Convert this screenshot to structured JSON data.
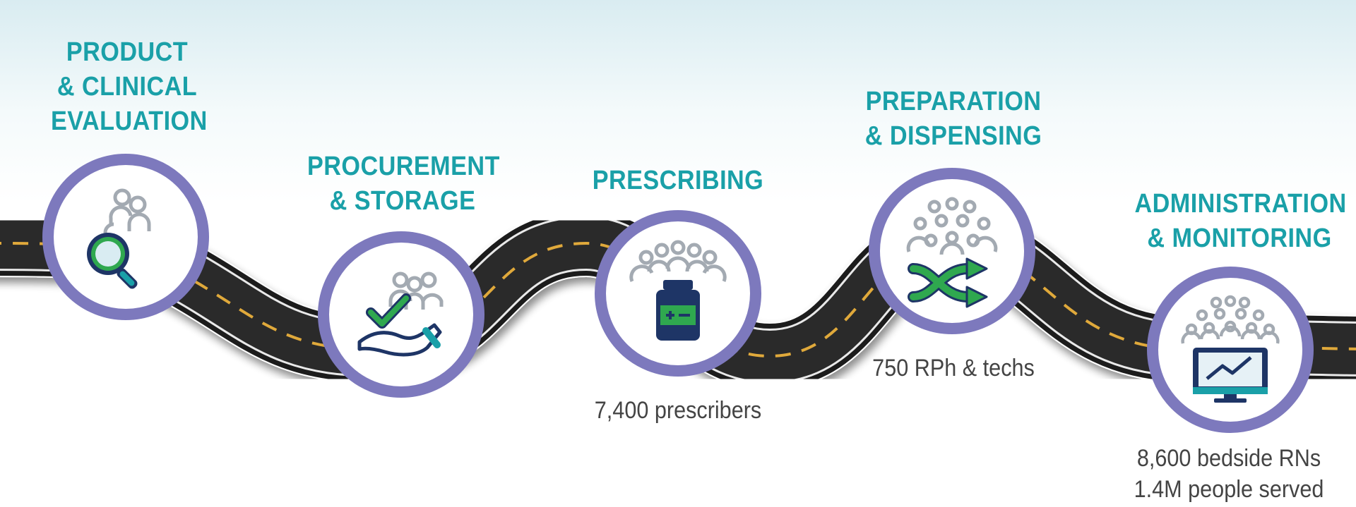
{
  "stages": [
    {
      "id": "product",
      "title": "PRODUCT\n& CLINICAL\nEVALUATION",
      "stat": "",
      "icon": "magnifier-people-icon"
    },
    {
      "id": "procurement",
      "title": "PROCUREMENT\n& STORAGE",
      "stat": "",
      "icon": "hand-check-people-icon"
    },
    {
      "id": "prescribing",
      "title": "PRESCRIBING",
      "stat": "7,400 prescribers",
      "icon": "medicine-bottle-people-icon"
    },
    {
      "id": "preparation",
      "title": "PREPARATION\n& DISPENSING",
      "stat": "750 RPh & techs",
      "icon": "shuffle-people-icon"
    },
    {
      "id": "administration",
      "title": "ADMINISTRATION\n& MONITORING",
      "stat": "8,600 bedside RNs\n1.4M people served",
      "icon": "monitor-chart-people-icon"
    }
  ],
  "colors": {
    "title": "#1aa0a8",
    "circle_ring": "#7d79bd",
    "icon_gray": "#a3aab2",
    "icon_navy": "#1e3566",
    "icon_green": "#2fa84f",
    "road": "#2b2b2b",
    "road_dash": "#e0a93a"
  }
}
